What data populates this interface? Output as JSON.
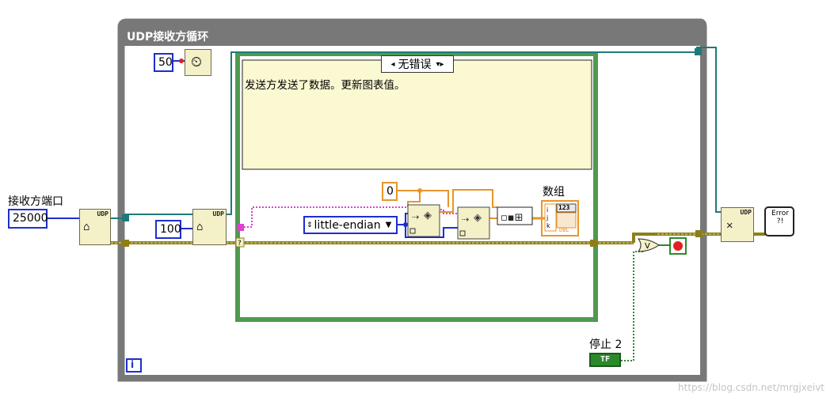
{
  "loop": {
    "title": "UDP接收方循环",
    "iteration_terminal": "i"
  },
  "constants": {
    "wait_ms": "50",
    "port": "25000",
    "timeout": "100",
    "zero": "0"
  },
  "labels": {
    "port_label": "接收方端口",
    "array_label": "数组",
    "stop_label": "停止 2"
  },
  "case_structure": {
    "selector_value": "无错误",
    "comment": "发送方发送了数据。更新图表值。"
  },
  "enum": {
    "value": "little-endian"
  },
  "udp_nodes": {
    "open": "UDP",
    "read": "UDP",
    "close": "UDP"
  },
  "indicators": {
    "array_digits": "123",
    "array_tag": "DBL",
    "stop_value": "TF",
    "error_icon": "Error\n?!"
  },
  "watermark": "https://blog.csdn.net/mrgjxeivt",
  "colors": {
    "loop_frame": "#787878",
    "case_frame": "#5aa05a",
    "case_fill": "#fbf9d2",
    "error_wire": "#8c7f1a",
    "int_wire": "#1c2ed0",
    "string_wire": "#e040d0",
    "dbl_wire": "#e8952a",
    "udp_wire": "#1e7a7a",
    "bool_wire": "#2a8a2a"
  }
}
